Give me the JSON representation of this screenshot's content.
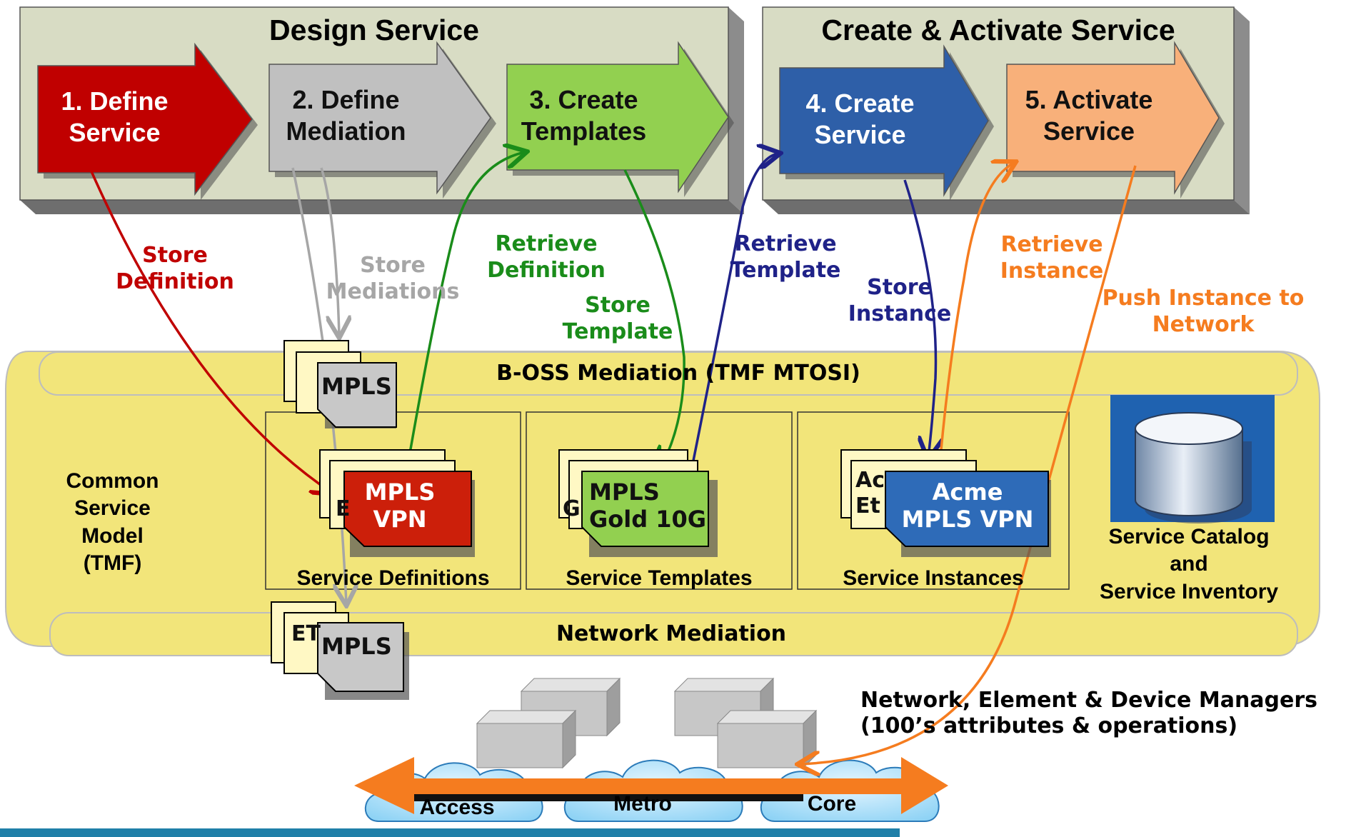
{
  "design_service": {
    "title": "Design Service"
  },
  "create_activate_service": {
    "title": "Create & Activate Service"
  },
  "steps": [
    {
      "label": "1. Define\nService",
      "color": "#c00000"
    },
    {
      "label": "2. Define\nMediation",
      "color": "#c0c0c0"
    },
    {
      "label": "3. Create\nTemplates",
      "color": "#92d050"
    },
    {
      "label": "4. Create\nService",
      "color": "#2e5fa8"
    },
    {
      "label": "5. Activate\nService",
      "color": "#f8b07a"
    }
  ],
  "flows": {
    "store_definition": "Store\nDefinition",
    "store_mediations": "Store\nMediations",
    "retrieve_definition": "Retrieve\nDefinition",
    "store_template": "Store\nTemplate",
    "retrieve_template": "Retrieve\nTemplate",
    "store_instance": "Store\nInstance",
    "retrieve_instance": "Retrieve\nInstance",
    "push_instance": "Push Instance to\nNetwork"
  },
  "model": {
    "common_service_model": "Common\nService\nModel\n(TMF)",
    "b_oss_mediation": "B-OSS Mediation (TMF MTOSI)",
    "network_mediation": "Network Mediation",
    "service_definitions": "Service Definitions",
    "service_templates": "Service Templates",
    "service_instances": "Service Instances",
    "catalog_inventory": "Service Catalog\nand\nService Inventory"
  },
  "documents": {
    "mediation_top": "MPLS",
    "mediation_bottom_back": "ET",
    "mediation_bottom": "MPLS",
    "definition": "MPLS\nVPN",
    "definition_back": "E",
    "template": "MPLS\nGold 10G",
    "template_back": "G",
    "instance": "Acme\nMPLS VPN",
    "instance_back": "Ac\nEt"
  },
  "network": {
    "managers": "Network, Element & Device Managers\n(100’s attributes & operations)",
    "clouds": [
      "Access",
      "Metro",
      "Core"
    ]
  },
  "colors": {
    "panel": "#d8dcc4",
    "panel_shadow": "#7a7a7a",
    "model_bg": "#f2e57a",
    "red": "#c00000",
    "gray": "#a6a6a6",
    "green": "#1a8c1a",
    "navy": "#1f2288",
    "orange": "#f57c1f",
    "teal_strip": "#1f7fa8"
  }
}
